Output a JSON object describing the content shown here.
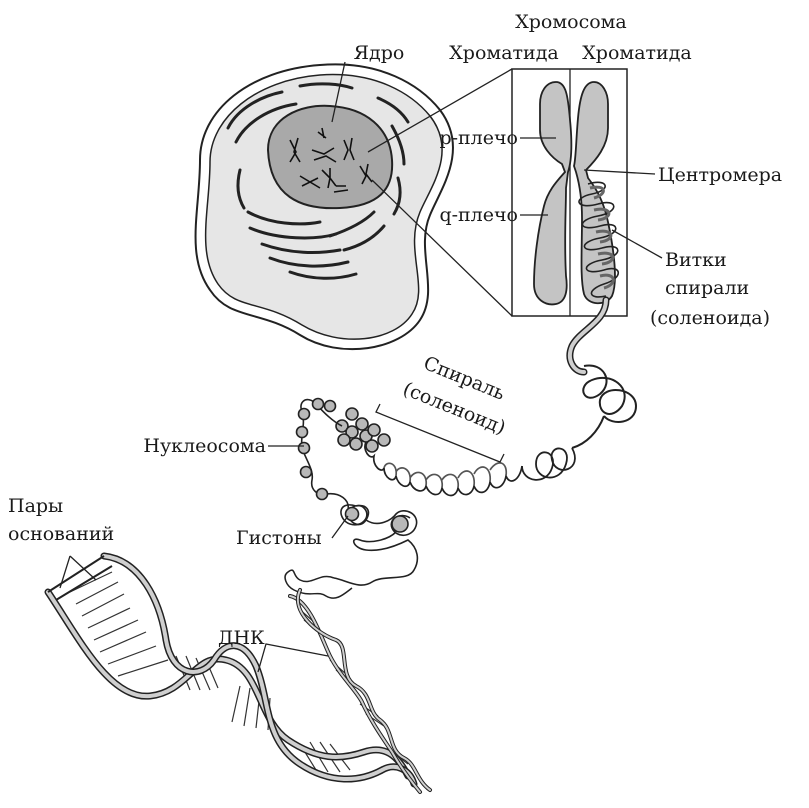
{
  "labels": {
    "chromosome": "Хромосома",
    "chromatid_left": "Хроматида",
    "chromatid_right": "Хроматида",
    "nucleus": "Ядро",
    "p_arm": "p-плечо",
    "q_arm": "q-плечо",
    "centromere": "Центромера",
    "coils_line1": "Витки",
    "coils_line2": "спирали",
    "coils_line3": "(соленоида)",
    "spiral_line1": "Спираль",
    "spiral_line2": "(соленоид)",
    "nucleosome": "Нуклеосома",
    "histones": "Гистоны",
    "base_pairs_line1": "Пары",
    "base_pairs_line2": "оснований",
    "dna": "ДНК"
  },
  "colors": {
    "ink": "#222222",
    "cell_fill": "#e6e6e6",
    "nucleus_fill": "#a9a9a9",
    "chromatid_fill": "#c4c4c4",
    "bead_fill": "#b8b8b8"
  }
}
